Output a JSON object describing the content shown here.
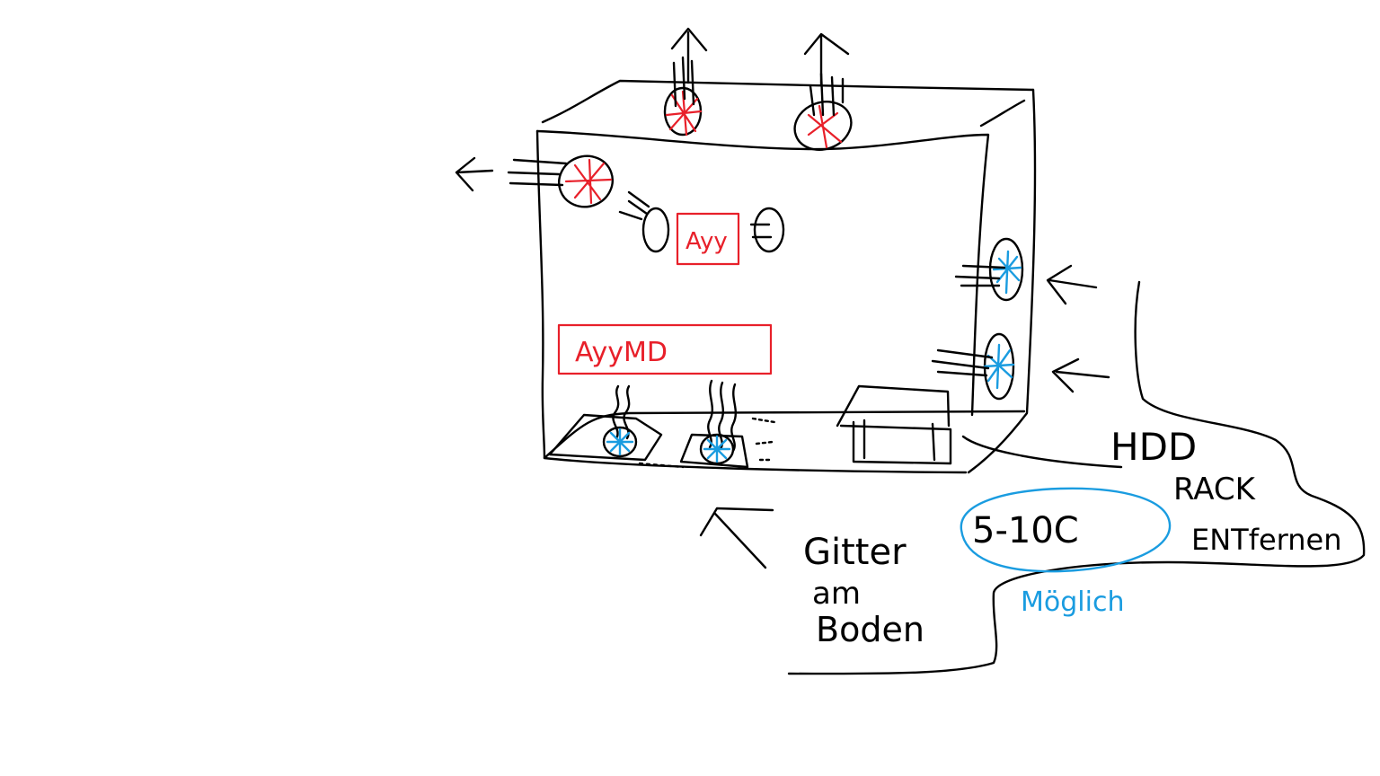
{
  "colors": {
    "ink": "#000000",
    "hot": "#e8202a",
    "cool": "#1a9ce0",
    "background": "#ffffff"
  },
  "labels": {
    "cpu_chip": "Ayy",
    "gpu_card": "AyyMD",
    "hdd_rack_line1": "HDD",
    "hdd_rack_line2": "RACK",
    "hdd_rack_line3": "ENTfernen",
    "drive_cage": "5-10C",
    "possible": "Möglich",
    "floor_grille_line1": "Gitter",
    "floor_grille_line2": "am",
    "floor_grille_line3": "Boden"
  },
  "fans": [
    {
      "id": "top-front",
      "airflow": "exhaust",
      "color": "hot"
    },
    {
      "id": "top-rear",
      "airflow": "exhaust",
      "color": "hot"
    },
    {
      "id": "rear",
      "airflow": "exhaust",
      "color": "hot"
    },
    {
      "id": "front-upper",
      "airflow": "intake",
      "color": "cool"
    },
    {
      "id": "front-lower",
      "airflow": "intake",
      "color": "cool"
    },
    {
      "id": "bottom-left",
      "airflow": "intake",
      "color": "cool"
    },
    {
      "id": "bottom-right",
      "airflow": "intake",
      "color": "cool"
    }
  ]
}
